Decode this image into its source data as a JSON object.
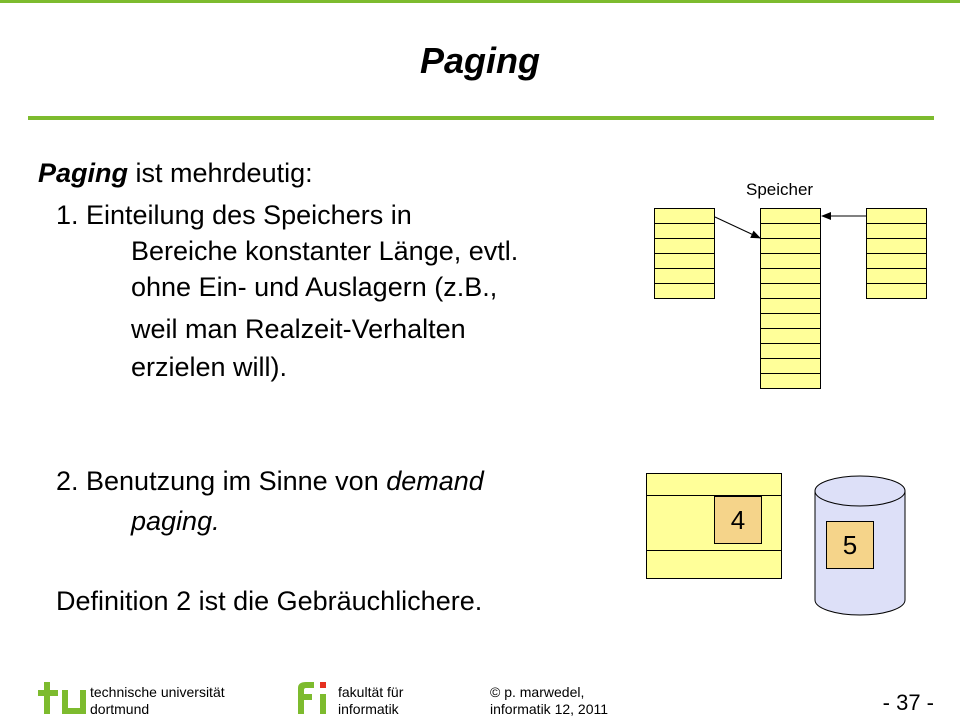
{
  "slide": {
    "title": "Paging",
    "intro_term": "Paging",
    "intro_rest": " ist mehrdeutig:",
    "item1_lines": [
      "1.  Einteilung des Speichers in",
      "Bereiche konstanter Länge, evtl.",
      "ohne Ein- und Auslagern (z.B.,",
      "weil man Realzeit-Verhalten",
      "erzielen will)."
    ],
    "item2_prefix": "2.  Benutzung im Sinne von ",
    "item2_emph1": "demand",
    "item2_emph2": "paging.",
    "conclusion": "Definition 2 ist die Gebräuchlichere."
  },
  "diagram": {
    "memory_label": "Speicher",
    "page_numbers": [
      "4",
      "5"
    ]
  },
  "colors": {
    "accent": "#7dbb2e",
    "cell_fill": "#ffff99",
    "page_fill": "#f5d48a",
    "disk_fill": "#dde0f8"
  },
  "footer": {
    "university_line1": "technische universität",
    "university_line2": "dortmund",
    "faculty_line1": "fakultät für",
    "faculty_line2": "informatik",
    "copyright_line1": "© p. marwedel,",
    "copyright_line2": "informatik 12,  2011",
    "page": "- 37 -"
  },
  "logos": {
    "tu": "tu",
    "fi": "fi"
  }
}
